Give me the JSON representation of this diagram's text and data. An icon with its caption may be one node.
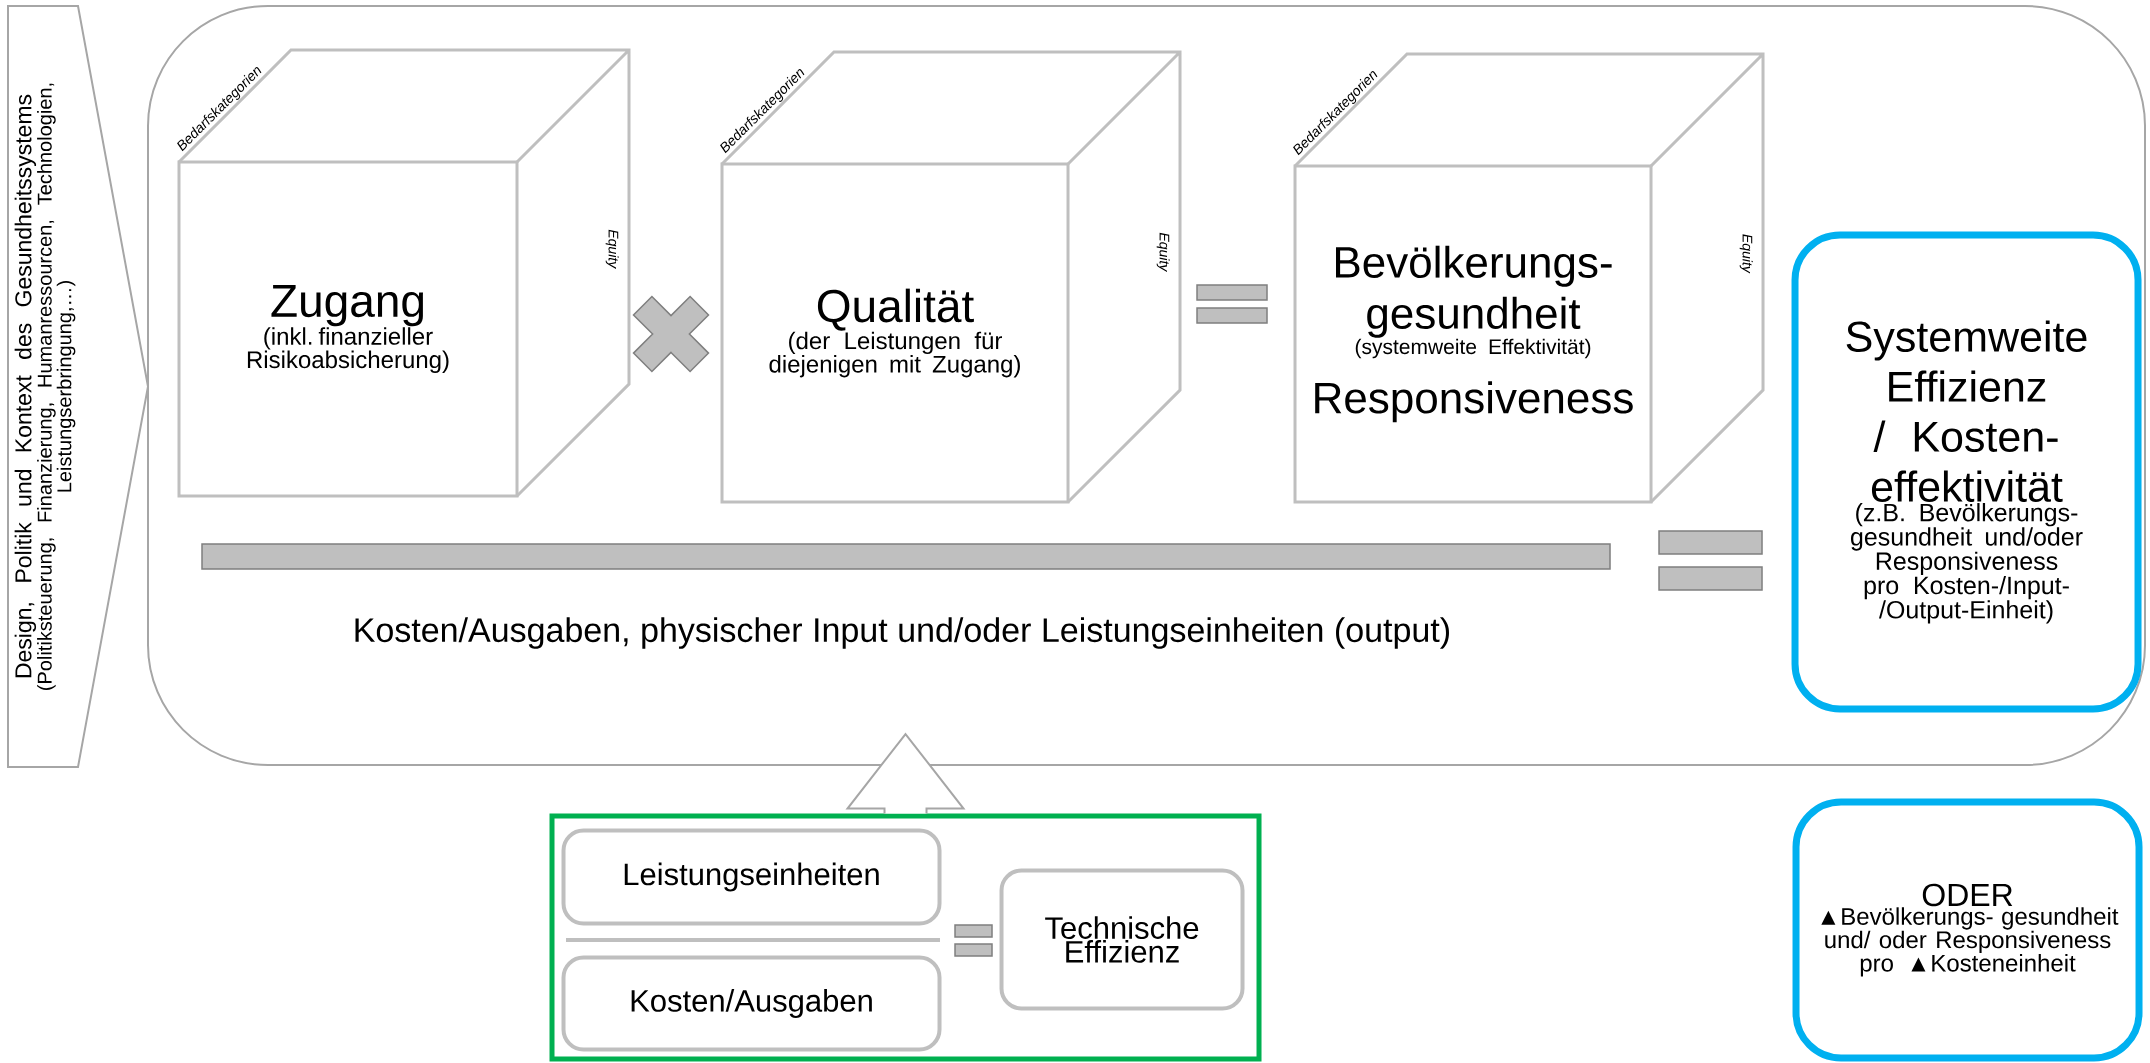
{
  "diagram": {
    "nodes": [
      {
        "text": [
          "Design, Politik und Kontext des Gesundheitssystems",
          "(Politiksteuerung, Finanzierung, Humanressourcen, Technologien, Leistungserbringung,…)"
        ]
      },
      {
        "text": [
          "Kosten/Ausgaben, physischer Input und/oder Leistungseinheiten (output)"
        ]
      },
      {
        "text": [
          "Zugang",
          "(inkl. finanzieller Risikoabsicherung)"
        ],
        "beside": [
          "Bedarfskategorien",
          "Equity"
        ],
        "in": 1
      },
      {
        "text": [
          "Qualität",
          "(der Leistungen für diejenigen mit Zugang)"
        ],
        "beside": [
          "Bedarfskategorien",
          "Equity"
        ],
        "in": 1
      },
      {
        "text": [
          "Bevölkerungs- gesundheit",
          "(systemweite Effektivität)",
          "Responsiveness"
        ],
        "beside": [
          "Bedarfskategorien",
          "Equity"
        ],
        "in": 1
      },
      {
        "text": [
          "Systemweite Effizienz / Kosten- effektivität",
          "(z.B. Bevölkerungs- gesundheit und/oder Responsiveness pro Kosten-/Input- /Output-Einheit)"
        ],
        "in": 1
      },
      {
        "text": [
          "ODER",
          "▲Bevölkerungs- gesundheit und/ oder Responsiveness pro ▲Kosteneinheit"
        ]
      },
      {
        "text": [],
        "shape": "box"
      },
      {
        "text": [
          "Leistungseinheiten"
        ],
        "in": 7
      },
      {
        "text": [
          "Kosten/Ausgaben"
        ],
        "in": 7
      },
      {
        "text": [
          "Technische Effizienz"
        ],
        "in": 7
      },
      {
        "text": [],
        "shape": "cross",
        "in": 1
      },
      {
        "text": [],
        "shape": "bar",
        "in": 1
      }
    ],
    "edges": [
      {
        "from": 7,
        "to": 1,
        "arrow": "to"
      }
    ]
  }
}
